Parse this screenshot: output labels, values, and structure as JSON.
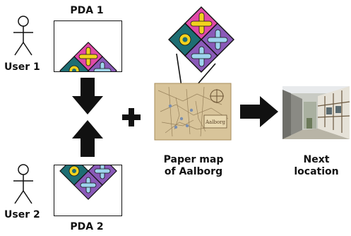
{
  "users": [
    {
      "name": "User 1",
      "device": "PDA 1"
    },
    {
      "name": "User 2",
      "device": "PDA 2"
    }
  ],
  "map": {
    "label_line1": "Paper map",
    "label_line2": "of Aalborg",
    "title": "Aalborg"
  },
  "destination": {
    "label_line1": "Next",
    "label_line2": "location"
  },
  "colors": {
    "tile_magenta": "#e04aa8",
    "tile_purple": "#8a5ab8",
    "tile_teal": "#1e6e73",
    "flower_yellow": "#f2d21e",
    "cross_lightblue": "#9fd4ee",
    "map_paper": "#d8c49a"
  }
}
